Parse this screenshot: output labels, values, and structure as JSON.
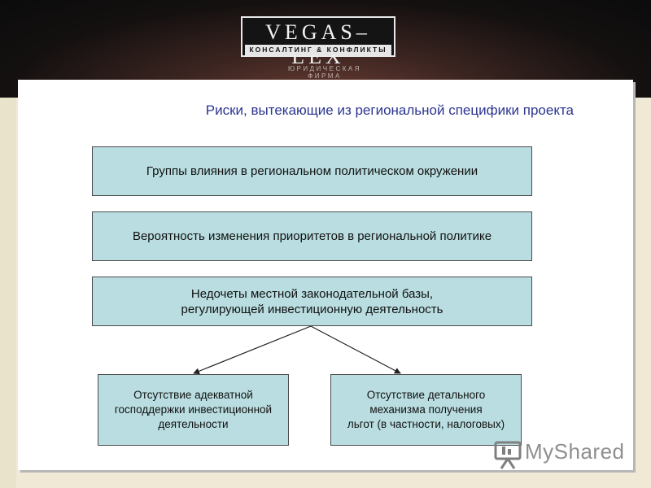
{
  "header": {
    "logo_main": "VEGAS–LEX",
    "logo_sub": "КОНСАЛТИНГ & КОНФЛИКТЫ",
    "tagline": "ЮРИДИЧЕСКАЯ ФИРМА"
  },
  "slide": {
    "title": "Риски, вытекающие из региональной специфики проекта",
    "boxes": [
      "Группы влияния в региональном политическом окружении",
      "Вероятность изменения приоритетов в региональной политике",
      "Недочеты местной законодательной базы,\nрегулирующей инвестиционную деятельность",
      "Отсутствие адекватной\nгосподдержки инвестиционной\nдеятельности",
      "Отсутствие детального\nмеханизма получения\nльгот (в частности, налоговых)"
    ]
  },
  "watermark": {
    "text": "MyShared"
  },
  "colors": {
    "box_fill": "#b9dde0",
    "title": "#2c3590"
  }
}
